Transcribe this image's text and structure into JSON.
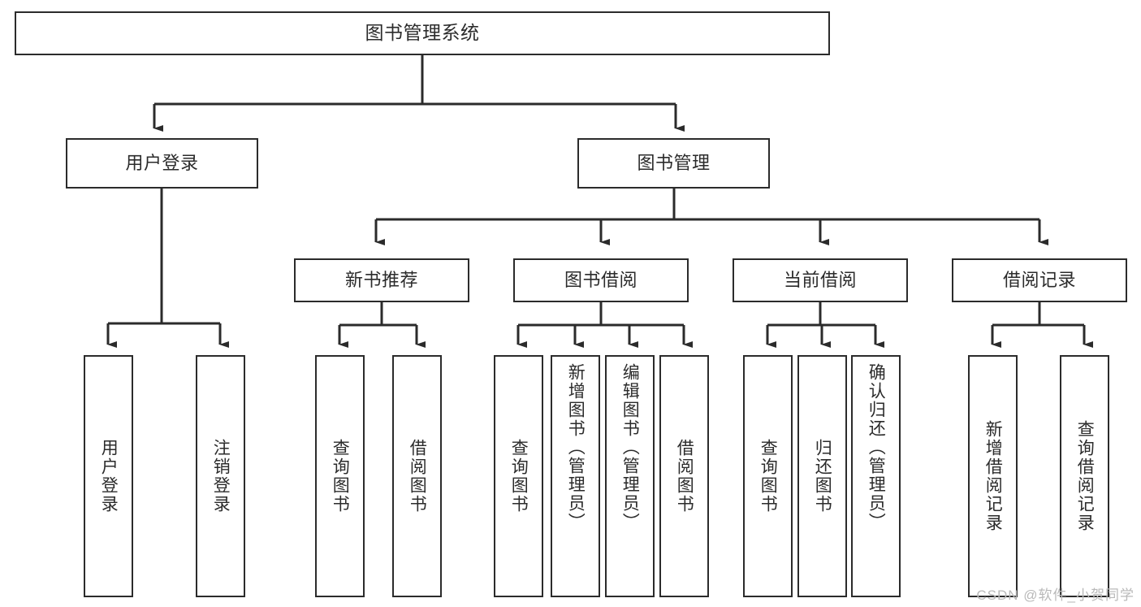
{
  "diagram": {
    "title": "图书管理系统",
    "watermark": "CSDN @软件_小贺同学",
    "accent_color": "#2b2b2b",
    "background_color": "#ffffff",
    "nodes": {
      "root": {
        "label": "图书管理系统"
      },
      "level2": [
        {
          "label": "用户登录"
        },
        {
          "label": "图书管理"
        }
      ],
      "level3": [
        {
          "label": "新书推荐"
        },
        {
          "label": "图书借阅"
        },
        {
          "label": "当前借阅"
        },
        {
          "label": "借阅记录"
        }
      ],
      "leaves": {
        "user_login": [
          {
            "label": "用户登录"
          },
          {
            "label": "注销登录"
          }
        ],
        "new_book_recommend": [
          {
            "label": "查询图书"
          },
          {
            "label": "借阅图书"
          }
        ],
        "book_borrow": [
          {
            "label": "查询图书"
          },
          {
            "label": "新增图书（管理员）"
          },
          {
            "label": "编辑图书（管理员）"
          },
          {
            "label": "借阅图书"
          }
        ],
        "current_borrow": [
          {
            "label": "查询图书"
          },
          {
            "label": "归还图书"
          },
          {
            "label": "确认归还（管理员）"
          }
        ],
        "borrow_record": [
          {
            "label": "新增借阅记录"
          },
          {
            "label": "查询借阅记录"
          }
        ]
      }
    }
  }
}
